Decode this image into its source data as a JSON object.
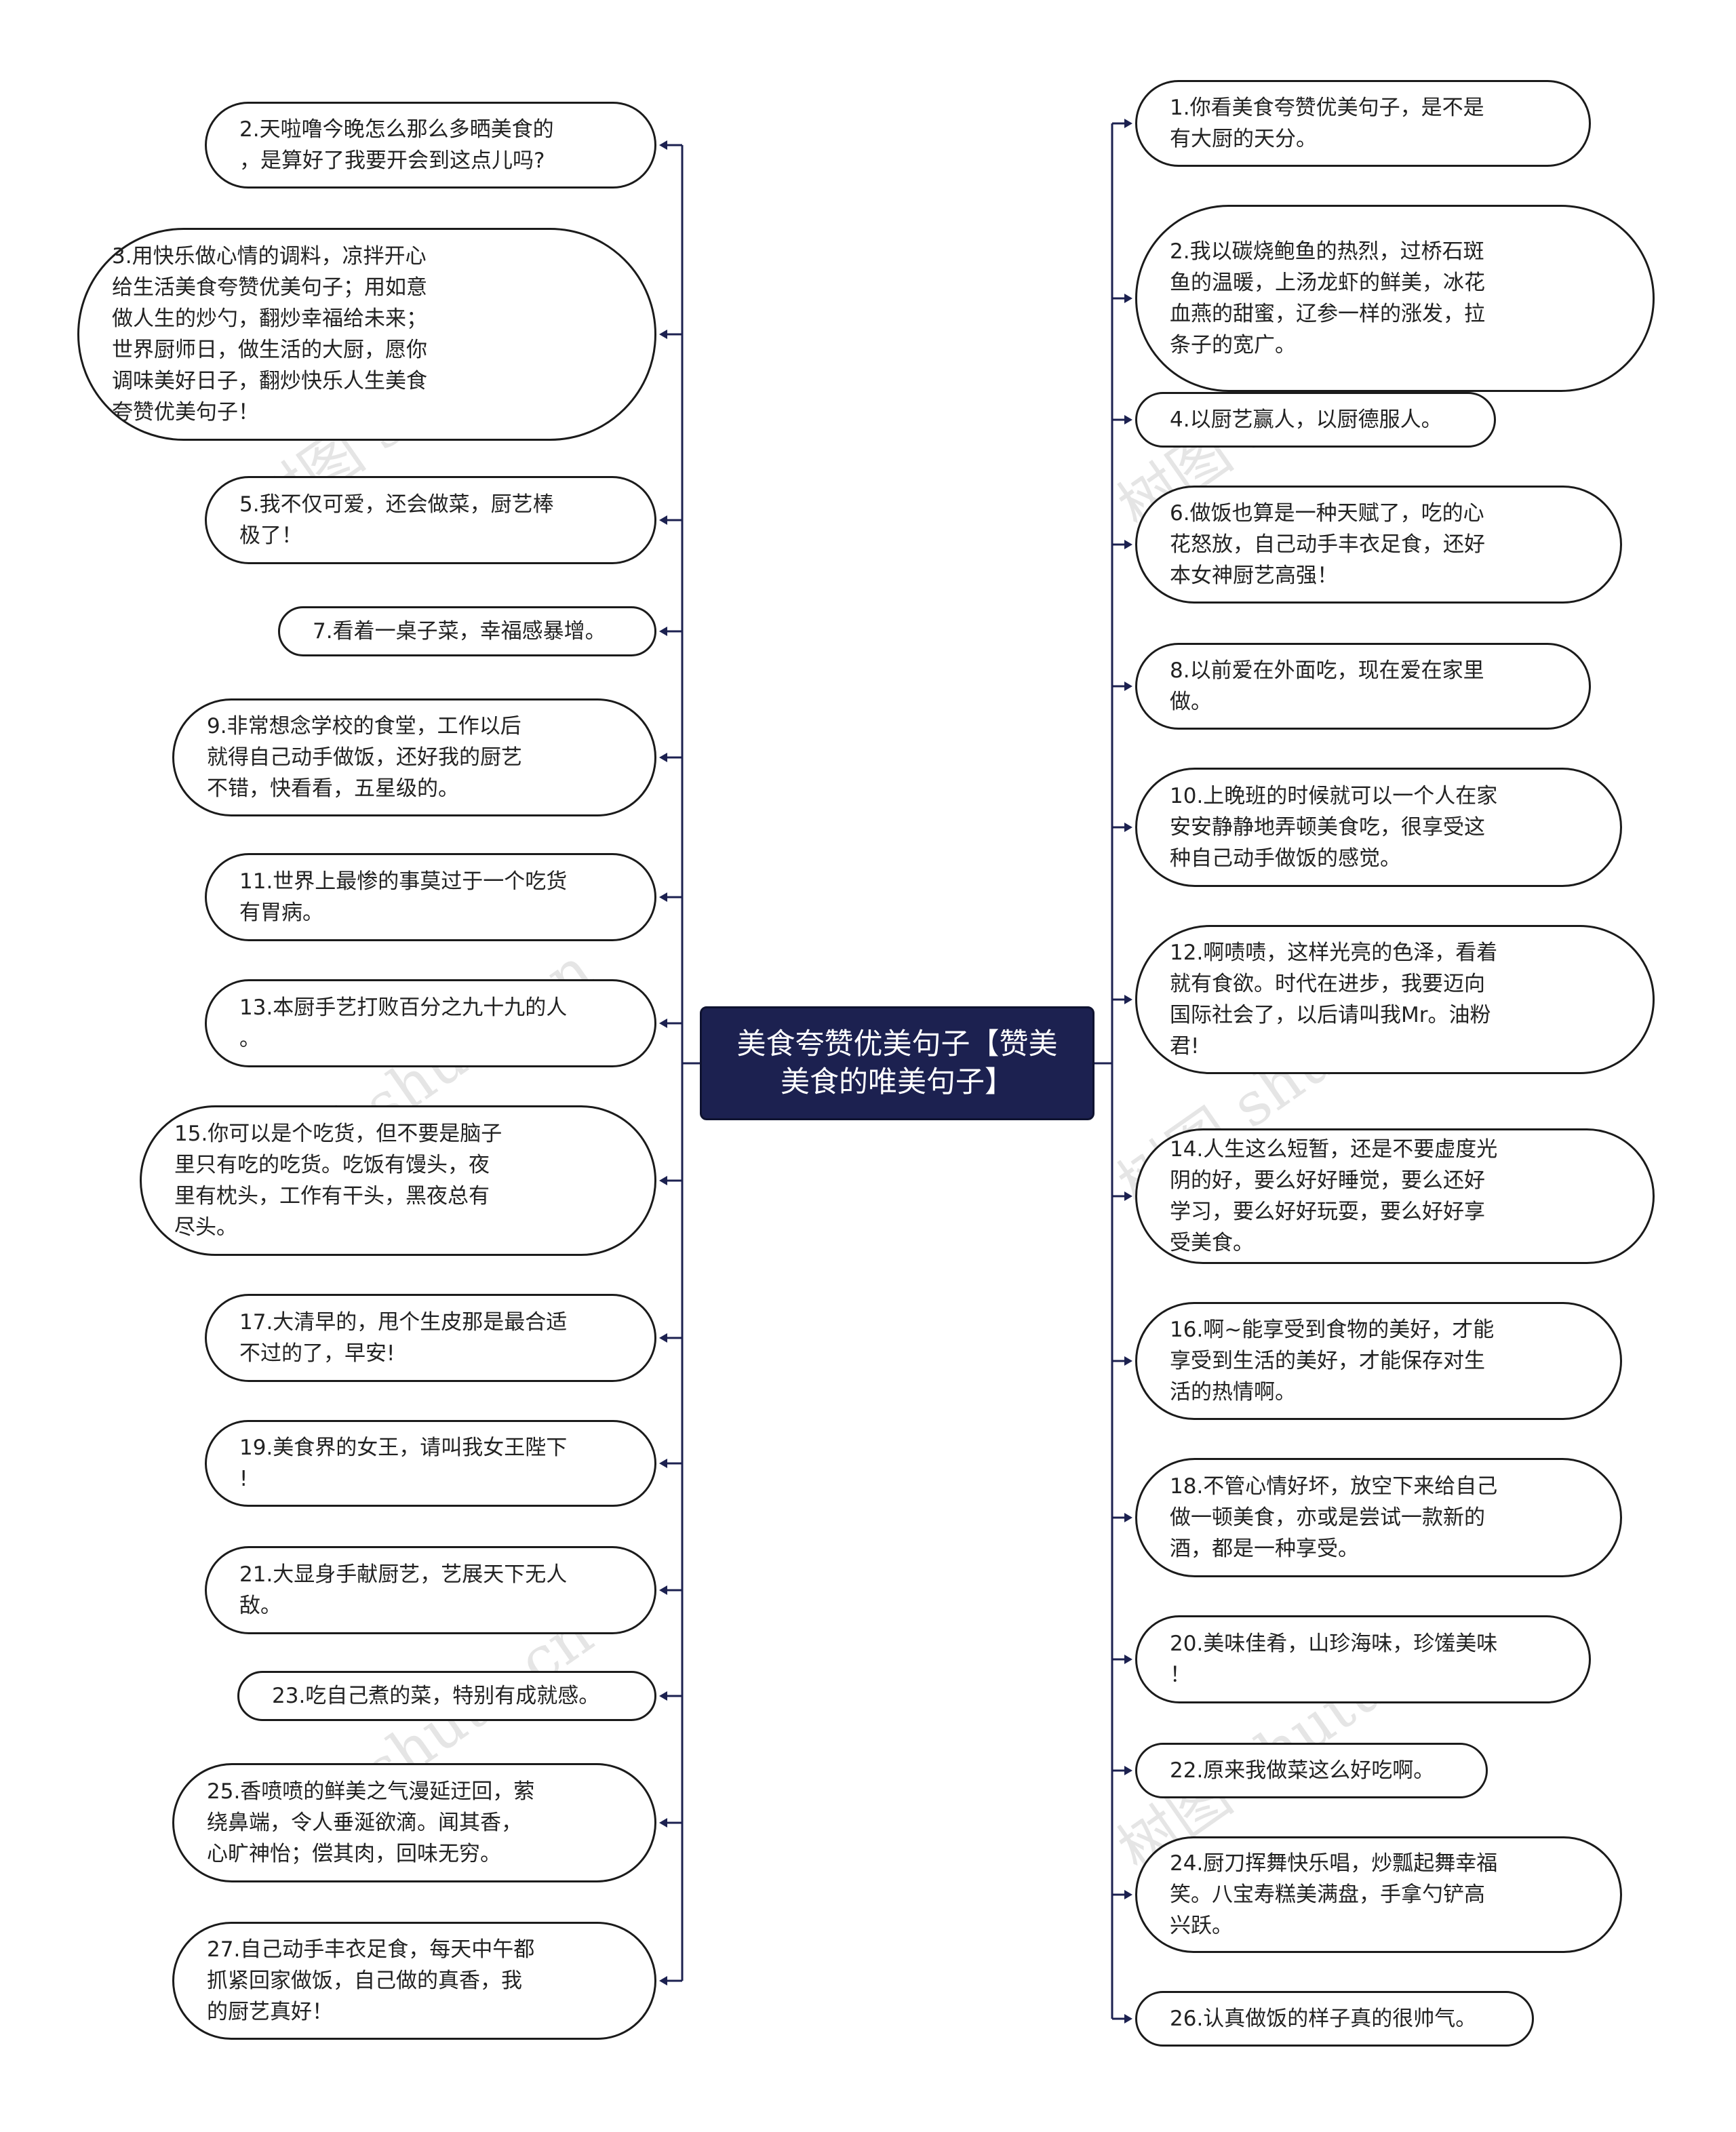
{
  "root": {
    "label": "美食夸赞优美句子【赞美\n美食的唯美句子】"
  },
  "left_nodes": [
    {
      "id": "n2",
      "text": "2.天啦噜今晚怎么那么多晒美食的\n，是算好了我要开会到这点儿吗?"
    },
    {
      "id": "n3",
      "text": "3.用快乐做心情的调料，凉拌开心\n给生活美食夸赞优美句子；用如意\n做人生的炒勺，翻炒幸福给未来；\n世界厨师日，做生活的大厨，愿你\n调味美好日子，翻炒快乐人生美食\n夸赞优美句子！"
    },
    {
      "id": "n5",
      "text": "5.我不仅可爱，还会做菜，厨艺棒\n极了！"
    },
    {
      "id": "n7",
      "text": "7.看着一桌子菜，幸福感暴增。"
    },
    {
      "id": "n9",
      "text": "9.非常想念学校的食堂，工作以后\n就得自己动手做饭，还好我的厨艺\n不错，快看看，五星级的。"
    },
    {
      "id": "n11",
      "text": "11.世界上最惨的事莫过于一个吃货\n有胃病。"
    },
    {
      "id": "n13",
      "text": "13.本厨手艺打败百分之九十九的人\n。"
    },
    {
      "id": "n15",
      "text": "15.你可以是个吃货，但不要是脑子\n里只有吃的吃货。吃饭有馒头，夜\n里有枕头，工作有干头，黑夜总有\n尽头。"
    },
    {
      "id": "n17",
      "text": "17.大清早的，甩个生皮那是最合适\n不过的了，早安!"
    },
    {
      "id": "n19",
      "text": "19.美食界的女王，请叫我女王陛下\n!"
    },
    {
      "id": "n21",
      "text": "21.大显身手献厨艺，艺展天下无人\n敌。"
    },
    {
      "id": "n23",
      "text": "23.吃自己煮的菜，特别有成就感。"
    },
    {
      "id": "n25",
      "text": "25.香喷喷的鲜美之气漫延迂回，萦\n绕鼻端，令人垂涎欲滴。闻其香，\n心旷神怡；偿其肉，回味无穷。"
    },
    {
      "id": "n27",
      "text": "27.自己动手丰衣足食，每天中午都\n抓紧回家做饭，自己做的真香，我\n的厨艺真好！"
    }
  ],
  "right_nodes": [
    {
      "id": "n1",
      "text": "1.你看美食夸赞优美句子，是不是\n有大厨的天分。"
    },
    {
      "id": "n2r",
      "text": "2.我以碳烧鲍鱼的热烈，过桥石斑\n鱼的温暖，上汤龙虾的鲜美，冰花\n血燕的甜蜜，辽参一样的涨发，拉\n条子的宽广。"
    },
    {
      "id": "n4",
      "text": "4.以厨艺赢人，以厨德服人。"
    },
    {
      "id": "n6",
      "text": "6.做饭也算是一种天赋了，吃的心\n花怒放，自己动手丰衣足食，还好\n本女神厨艺高强！"
    },
    {
      "id": "n8",
      "text": "8.以前爱在外面吃，现在爱在家里\n做。"
    },
    {
      "id": "n10",
      "text": "10.上晚班的时候就可以一个人在家\n安安静静地弄顿美食吃，很享受这\n种自己动手做饭的感觉。"
    },
    {
      "id": "n12",
      "text": "12.啊啧啧，这样光亮的色泽，看着\n就有食欲。时代在进步，我要迈向\n国际社会了，以后请叫我Mr。油粉\n君!"
    },
    {
      "id": "n14",
      "text": "14.人生这么短暂，还是不要虚度光\n阴的好，要么好好睡觉，要么还好\n学习，要么好好玩耍，要么好好享\n受美食。"
    },
    {
      "id": "n16",
      "text": "16.啊~能享受到食物的美好，才能\n享受到生活的美好，才能保存对生\n活的热情啊。"
    },
    {
      "id": "n18",
      "text": "18.不管心情好坏，放空下来给自己\n做一顿美食，亦或是尝试一款新的\n酒，都是一种享受。"
    },
    {
      "id": "n20",
      "text": "20.美味佳肴，山珍海味，珍馐美味\n！"
    },
    {
      "id": "n22",
      "text": "22.原来我做菜这么好吃啊。"
    },
    {
      "id": "n24",
      "text": "24.厨刀挥舞快乐唱，炒瓢起舞幸福\n笑。八宝寿糕美满盘，手拿勺铲高\n兴跃。"
    },
    {
      "id": "n26",
      "text": "26.认真做饭的样子真的很帅气。"
    }
  ],
  "watermark": "树图 shutu.cn",
  "colors": {
    "line": "#1c2150",
    "node_border": "#1b1b1b",
    "root_fill": "#1c2150",
    "root_text": "#ffffff"
  }
}
